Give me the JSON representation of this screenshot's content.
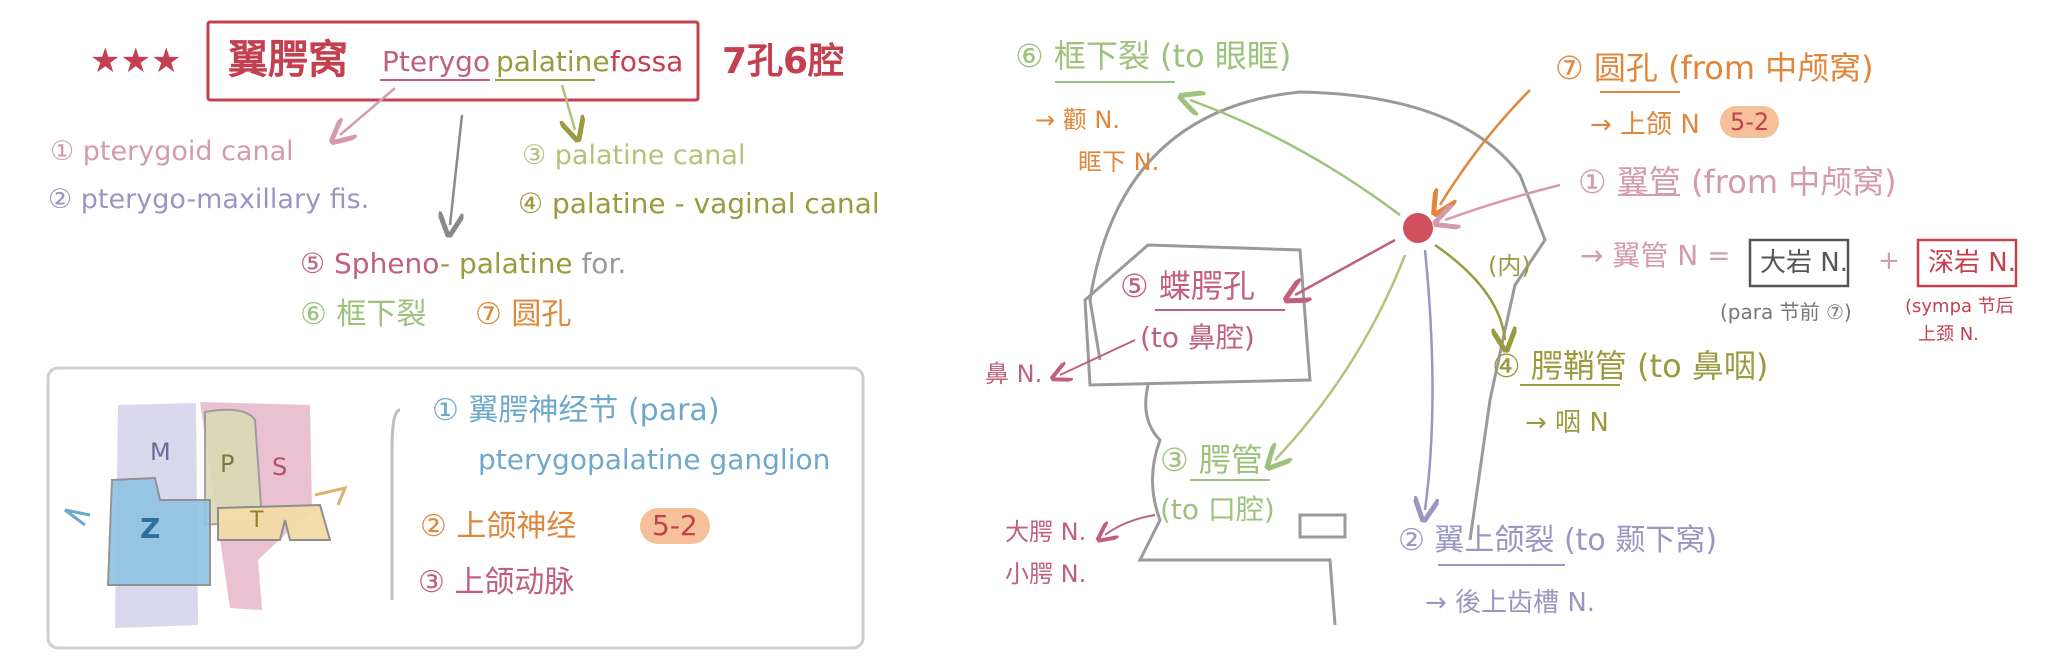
{
  "colors": {
    "red": "#c4404f",
    "pink": "#c0607c",
    "lavender": "#9a96c2",
    "olive": "#9a9a3e",
    "lightgreen": "#9cc27c",
    "orange": "#e0873c",
    "blue": "#6ea9cc",
    "gray": "#8a8a8a",
    "peach": "#f5c09a"
  },
  "title": {
    "stars": "★★★",
    "main": "翼腭窝",
    "en_part1": "Pterygo",
    "en_part2": "palatine",
    "en_part3": "fossa",
    "summary": "7孔6腔"
  },
  "left_list": {
    "item1": "① pterygoid canal",
    "item2": "② pterygo-maxillary fis.",
    "item3": "③ palatine canal",
    "item4": "④ palatine - vaginal canal",
    "item5_num": "⑤",
    "item5_a": "Spheno",
    "item5_b": "- palatine",
    "item5_c": "for.",
    "item6": "⑥ 框下裂",
    "item7": "⑦ 圆孔"
  },
  "contents_box": {
    "label_M": "M",
    "label_P": "P",
    "label_S": "S",
    "label_Z": "Z",
    "label_T": "T",
    "c1_cn": "① 翼腭神经节 (para)",
    "c1_en": "pterygopalatine ganglion",
    "c2": "② 上颌神经",
    "c2_tag": "5-2",
    "c3": "③ 上颌动脉"
  },
  "diagram": {
    "d6_title": "⑥ 框下裂 (to 眼眶)",
    "d6_n1": "→ 颧 N.",
    "d6_n2": "眶下 N.",
    "d7_title": "⑦ 圆孔 (from 中颅窝)",
    "d7_n1": "→ 上颌 N",
    "d7_tag": "5-2",
    "d1_title": "① 翼管 (from 中颅窝)",
    "d1_eq": "→ 翼管 N =",
    "d1_box1": "大岩 N.",
    "d1_plus": "+",
    "d1_box2": "深岩 N.",
    "d1_sub1": "(para 节前 ⑦)",
    "d1_sub2a": "(sympa 节后",
    "d1_sub2b": "上颈 N.",
    "d5_title": "⑤ 蝶腭孔",
    "d5_sub": "(to 鼻腔)",
    "d5_n": "鼻 N.",
    "inner": "(内)",
    "d4_title": "④ 腭鞘管 (to 鼻咽)",
    "d4_n": "→ 咽 N",
    "d3_title": "③ 腭管",
    "d3_sub": "(to 口腔)",
    "d3_n1": "大腭 N.",
    "d3_n2": "小腭 N.",
    "d2_title": "② 翼上颌裂 (to 颞下窝)",
    "d2_n": "→ 後上齿槽 N."
  }
}
